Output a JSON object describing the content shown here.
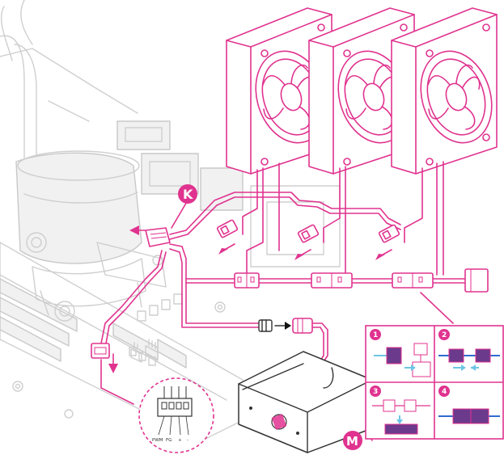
{
  "labels": {
    "callout_k": "K",
    "callout_m": "M"
  },
  "steps": [
    {
      "number": "1"
    },
    {
      "number": "2"
    },
    {
      "number": "3"
    },
    {
      "number": "4"
    }
  ],
  "pinout": {
    "pwm": "PWM",
    "fg": "FG",
    "plus": "+",
    "minus": "-"
  },
  "colors": {
    "accent": "#e0338f",
    "step_fill": "#6b3a8c",
    "cable_blue": "#2f6bd1",
    "arrow_aqua": "#6ec6e6",
    "hardware_gray": "#cfcfcf"
  },
  "icons": [
    "fan-icon",
    "arrow-icon",
    "power-supply-icon",
    "connector-icon"
  ]
}
